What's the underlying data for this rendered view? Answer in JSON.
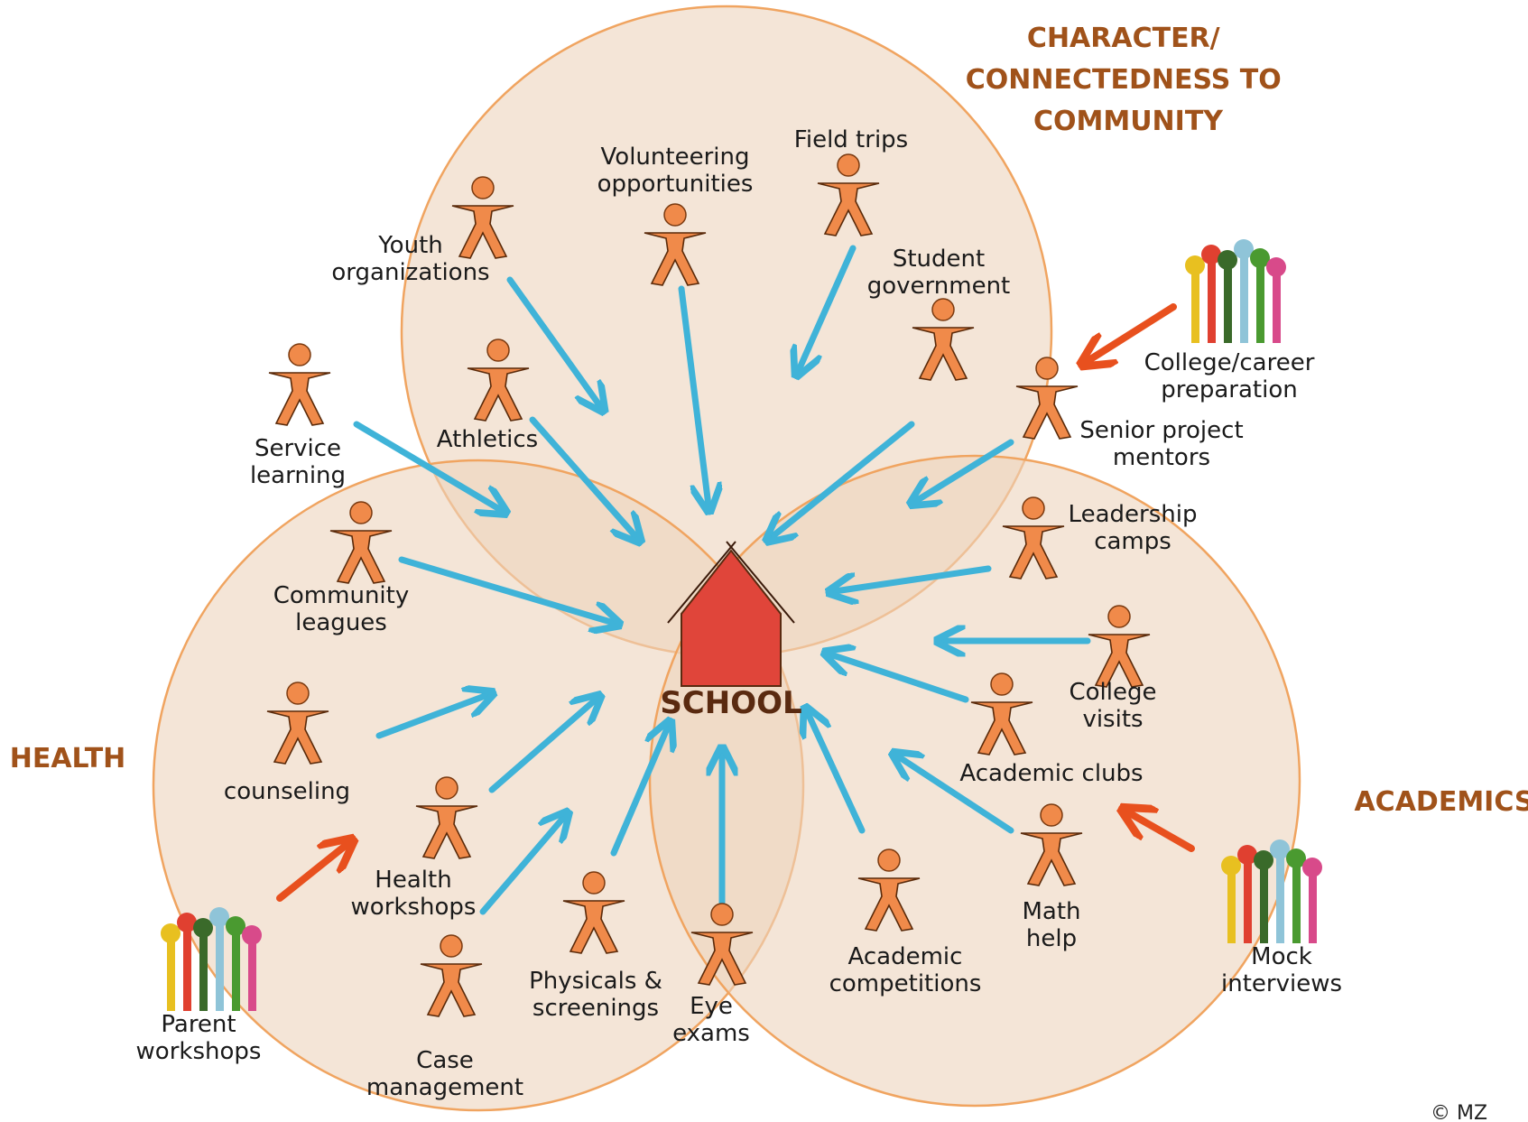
{
  "categories": {
    "character": [
      "CHARACTER/",
      "CONNECTEDNESS TO",
      "COMMUNITY"
    ],
    "health": "HEALTH",
    "academics": "ACADEMICS"
  },
  "center": "SCHOOL",
  "copyright": "© MZ",
  "labels": {
    "youth": [
      "Youth",
      "organizations"
    ],
    "volunteer": [
      "Volunteering",
      "opportunities"
    ],
    "field": [
      "Field trips"
    ],
    "studentgov": [
      "Student",
      "government"
    ],
    "college_prep": [
      "College/career",
      "preparation"
    ],
    "senior": [
      "Senior project",
      "mentors"
    ],
    "athletics": [
      "Athletics"
    ],
    "service": [
      "Service",
      "learning"
    ],
    "leagues": [
      "Community",
      "leagues"
    ],
    "leadership": [
      "Leadership",
      "camps"
    ],
    "college_visits": [
      "College",
      "visits"
    ],
    "academic_clubs": [
      "Academic clubs"
    ],
    "counseling": [
      "counseling"
    ],
    "health_ws": [
      "Health",
      "workshops"
    ],
    "parent_ws": [
      "Parent",
      "workshops"
    ],
    "case_mgmt": [
      "Case",
      "management"
    ],
    "physicals": [
      "Physicals &",
      "screenings"
    ],
    "eye": [
      "Eye",
      "exams"
    ],
    "competitions": [
      "Academic",
      "competitions"
    ],
    "math": [
      "Math",
      "help"
    ],
    "mock": [
      "Mock",
      "interviews"
    ]
  },
  "colors": {
    "circle_fill": "#ecd3bd",
    "circle_stroke": "#f0a460",
    "figure": "#f08a4a",
    "arrow": "#3fb3d8",
    "arrow_red": "#e8501e",
    "house": "#e0453a",
    "category_text": "#a0521a"
  }
}
